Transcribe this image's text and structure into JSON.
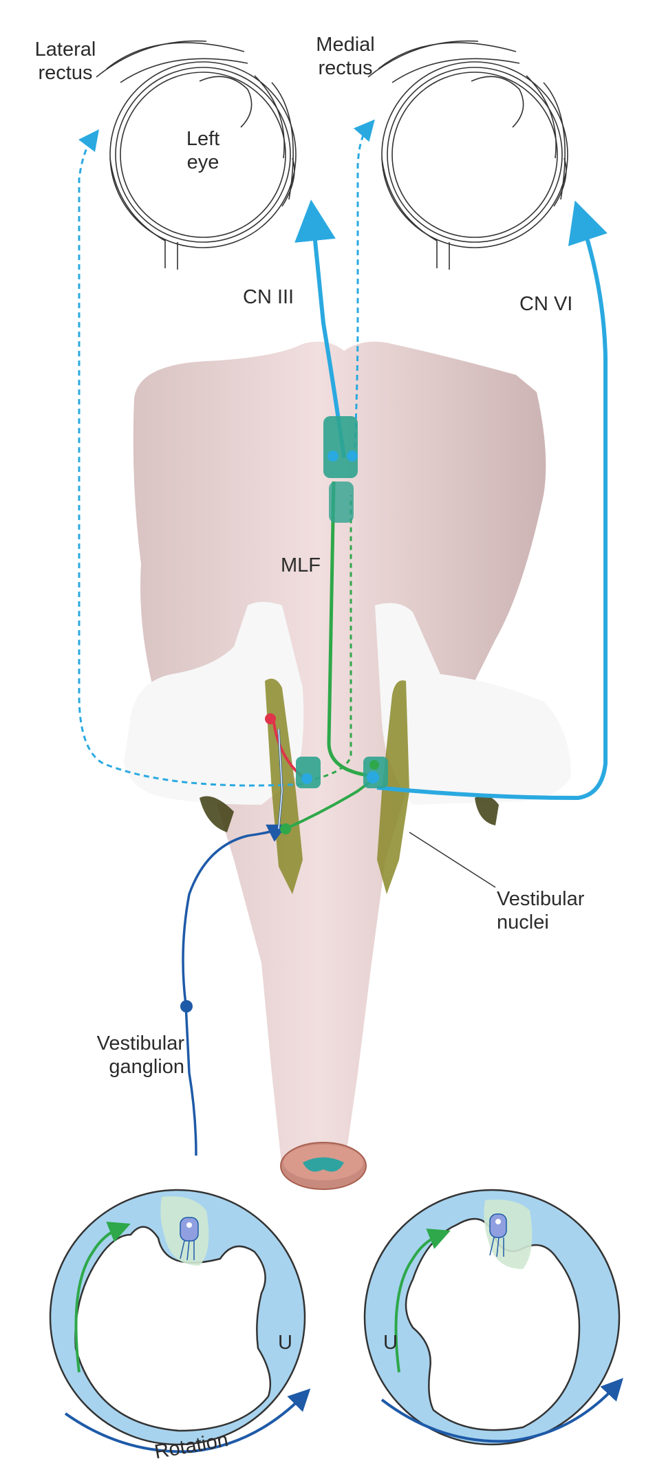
{
  "labels": {
    "lateral_rectus": [
      "Lateral",
      "rectus"
    ],
    "medial_rectus": [
      "Medial",
      "rectus"
    ],
    "left_eye": [
      "Left",
      "eye"
    ],
    "cn3": "CN III",
    "cn6": "CN VI",
    "mlf": "MLF",
    "vestibular_nuclei": [
      "Vestibular",
      "nuclei"
    ],
    "vestibular_ganglion": [
      "Vestibular",
      "ganglion"
    ],
    "utricle_left": "U",
    "utricle_right": "U",
    "rotation": "Rotation"
  },
  "colors": {
    "abducens_pathway": "#2aa9e0",
    "mlf_pathway": "#2ea84a",
    "inhibitory": "#e0344a",
    "vestibular_nerve": "#1e5aa8",
    "rotation_arrow": "#1e5aa8",
    "endolymph_flow": "#2ea84a",
    "brainstem": "#e8cfcf",
    "nuclei": "#8a8a2a",
    "canal": "#a7d3ee"
  }
}
